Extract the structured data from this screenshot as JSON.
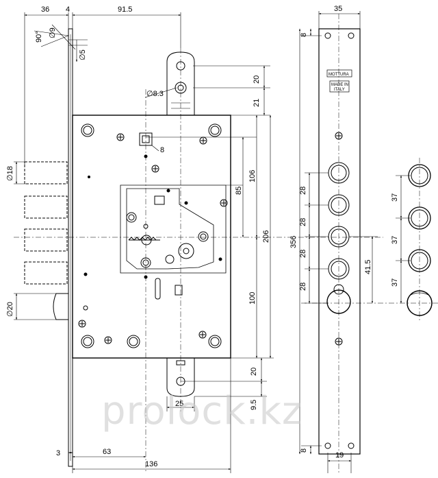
{
  "diagram": {
    "plate_brand": "MOTTURA",
    "plate_origin": [
      "MADE IN",
      "ITALY"
    ],
    "watermark": "prolock.kz",
    "dimensions": {
      "top_36": "36",
      "top_4": "4",
      "top_91_5": "91.5",
      "angle_90": "90°",
      "d9": "∅9",
      "d5": "∅5",
      "r20_top": "20",
      "d8_3": "∅8.3",
      "r21": "21",
      "d18": "∅18",
      "sq8": "8",
      "v85": "85",
      "v106": "106",
      "v206": "206",
      "v356": "356",
      "v100": "100",
      "v20_bottom": "20",
      "v9_5": "9.5",
      "d25": "25",
      "d20": "∅20",
      "b3": "3",
      "b63": "63",
      "b136": "136",
      "plate_width": "35",
      "plate_top_8": "8",
      "plate_bottom_8": "8",
      "plate_19": "19",
      "pitch_28a": "28",
      "pitch_28b": "28",
      "pitch_28c": "28",
      "pitch_28d": "28",
      "v41_5": "41.5",
      "bolt_37a": "37",
      "bolt_37b": "37",
      "bolt_37c": "37"
    }
  }
}
